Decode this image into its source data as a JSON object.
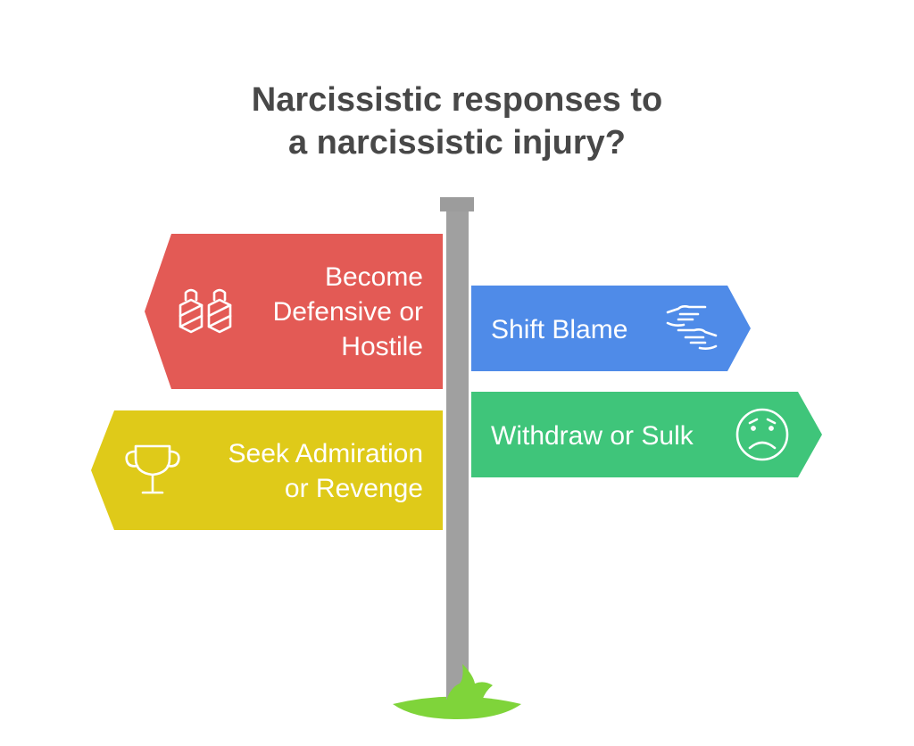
{
  "title": {
    "line1": "Narcissistic responses to",
    "line2": "a narcissistic injury?"
  },
  "signs": {
    "defensive": {
      "lines": [
        "Become",
        "Defensive or",
        "Hostile"
      ],
      "color": "#e35a55",
      "icon": "shields-icon"
    },
    "shift_blame": {
      "lines": [
        "Shift Blame"
      ],
      "color": "#4f8be8",
      "icon": "pointing-hands-icon"
    },
    "withdraw": {
      "lines": [
        "Withdraw or Sulk"
      ],
      "color": "#3fc57a",
      "icon": "sad-face-icon"
    },
    "admiration": {
      "lines": [
        "Seek Admiration",
        "or Revenge"
      ],
      "color": "#dfca19",
      "icon": "trophy-icon"
    }
  },
  "colors": {
    "pole": "#a0a0a0",
    "pole_cap": "#9c9c9c",
    "grass": "#7fd43a",
    "title": "#484848"
  }
}
